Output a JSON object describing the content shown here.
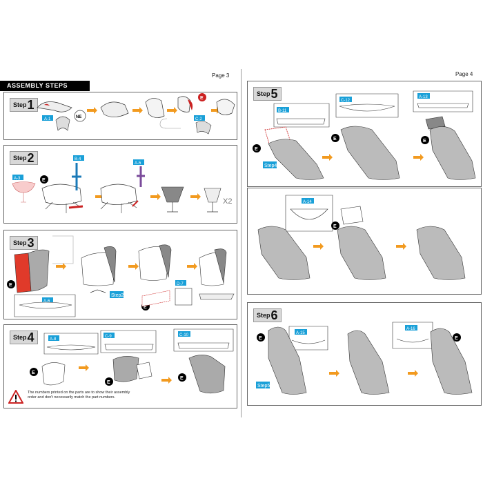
{
  "pages": {
    "left": "Page 3",
    "right": "Page 4"
  },
  "banner": "ASSEMBLY STEPS",
  "step_word": "Step",
  "steps": [
    {
      "num": "1"
    },
    {
      "num": "2",
      "multiplier": "X2"
    },
    {
      "num": "3"
    },
    {
      "num": "4"
    },
    {
      "num": "5"
    },
    {
      "num": "6"
    }
  ],
  "tags": {
    "E": "E",
    "NE": "NE",
    "step4ref": "Step4",
    "step5ref": "Step5",
    "step2ref": "Step2"
  },
  "parts": {
    "s1_a": "A-1",
    "s1_c": "C-2",
    "s2_a3": "A-3",
    "s2_b4": "B-4",
    "s2_a5": "A-5",
    "s3_a6": "A-6",
    "s3_d7": "D-7",
    "s4_a8": "A-8",
    "s4_c9": "C-9",
    "s4_c10": "C-10",
    "s5_b11": "B-11",
    "s5_c12": "C-12",
    "s5_a13": "A-13",
    "s5_a14": "A-14",
    "s6_a15": "A-15",
    "s6_a16": "A-16"
  },
  "warning": "The numbers printed on the parts are to show their assembly order and don't necessarily match the part numbers.",
  "colors": {
    "accent_blue": "#1aa0d8",
    "arrow": "#f29a1f",
    "red": "#cc2222",
    "purple": "#7a4a9a",
    "gray": "#777777"
  }
}
